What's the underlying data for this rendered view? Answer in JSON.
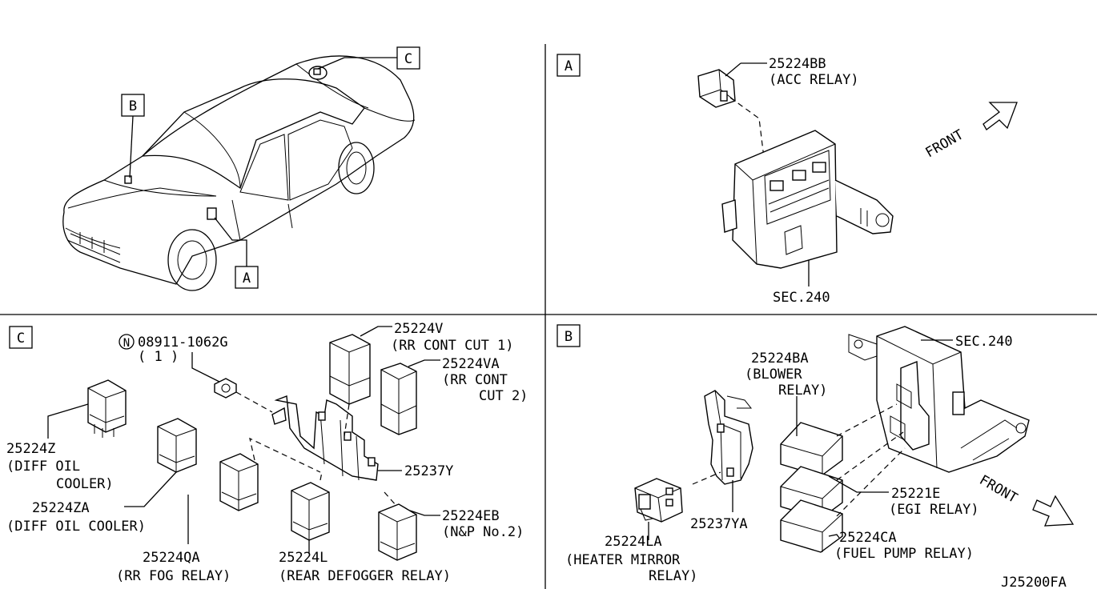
{
  "panels": {
    "car": {
      "tags": {
        "a": "A",
        "b": "B",
        "c": "C"
      }
    },
    "a": {
      "tag": "A",
      "acc_relay": {
        "part_no": "25224BB",
        "name": "(ACC RELAY)"
      },
      "sec": "SEC.240",
      "front": "FRONT"
    },
    "c": {
      "tag": "C",
      "nut": {
        "symbol": "N",
        "part_no": "08911-1062G",
        "qty": "( 1 )"
      },
      "rr_cont_cut1": {
        "part_no": "25224V",
        "name": "(RR CONT CUT 1)"
      },
      "rr_cont_cut2": {
        "part_no": "25224VA",
        "name_line1": "(RR CONT",
        "name_line2": "CUT 2)"
      },
      "diff_oil_cooler": {
        "part_no": "25224Z",
        "name_line1": "(DIFF OIL",
        "name_line2": "COOLER)"
      },
      "diff_oil_cooler_za": {
        "part_no": "25224ZA",
        "name": "(DIFF OIL COOLER)"
      },
      "bracket": {
        "part_no": "25237Y"
      },
      "np_no2": {
        "part_no": "25224EB",
        "name": "(N&P No.2)"
      },
      "rr_fog": {
        "part_no": "25224QA",
        "name": "(RR FOG RELAY)"
      },
      "rear_defogger": {
        "part_no": "25224L",
        "name": "(REAR DEFOGGER RELAY)"
      }
    },
    "b": {
      "tag": "B",
      "sec": "SEC.240",
      "blower": {
        "part_no": "25224BA",
        "name_line1": "(BLOWER",
        "name_line2": "RELAY)"
      },
      "egi": {
        "part_no": "25221E",
        "name": "(EGI RELAY)"
      },
      "bracket": {
        "part_no": "25237YA"
      },
      "heater_mirror": {
        "part_no": "25224LA",
        "name_line1": "(HEATER MIRROR",
        "name_line2": "RELAY)"
      },
      "fuel_pump": {
        "part_no": "25224CA",
        "name": "(FUEL PUMP RELAY)"
      },
      "front": "FRONT"
    }
  },
  "diagram_code": "J25200FA"
}
